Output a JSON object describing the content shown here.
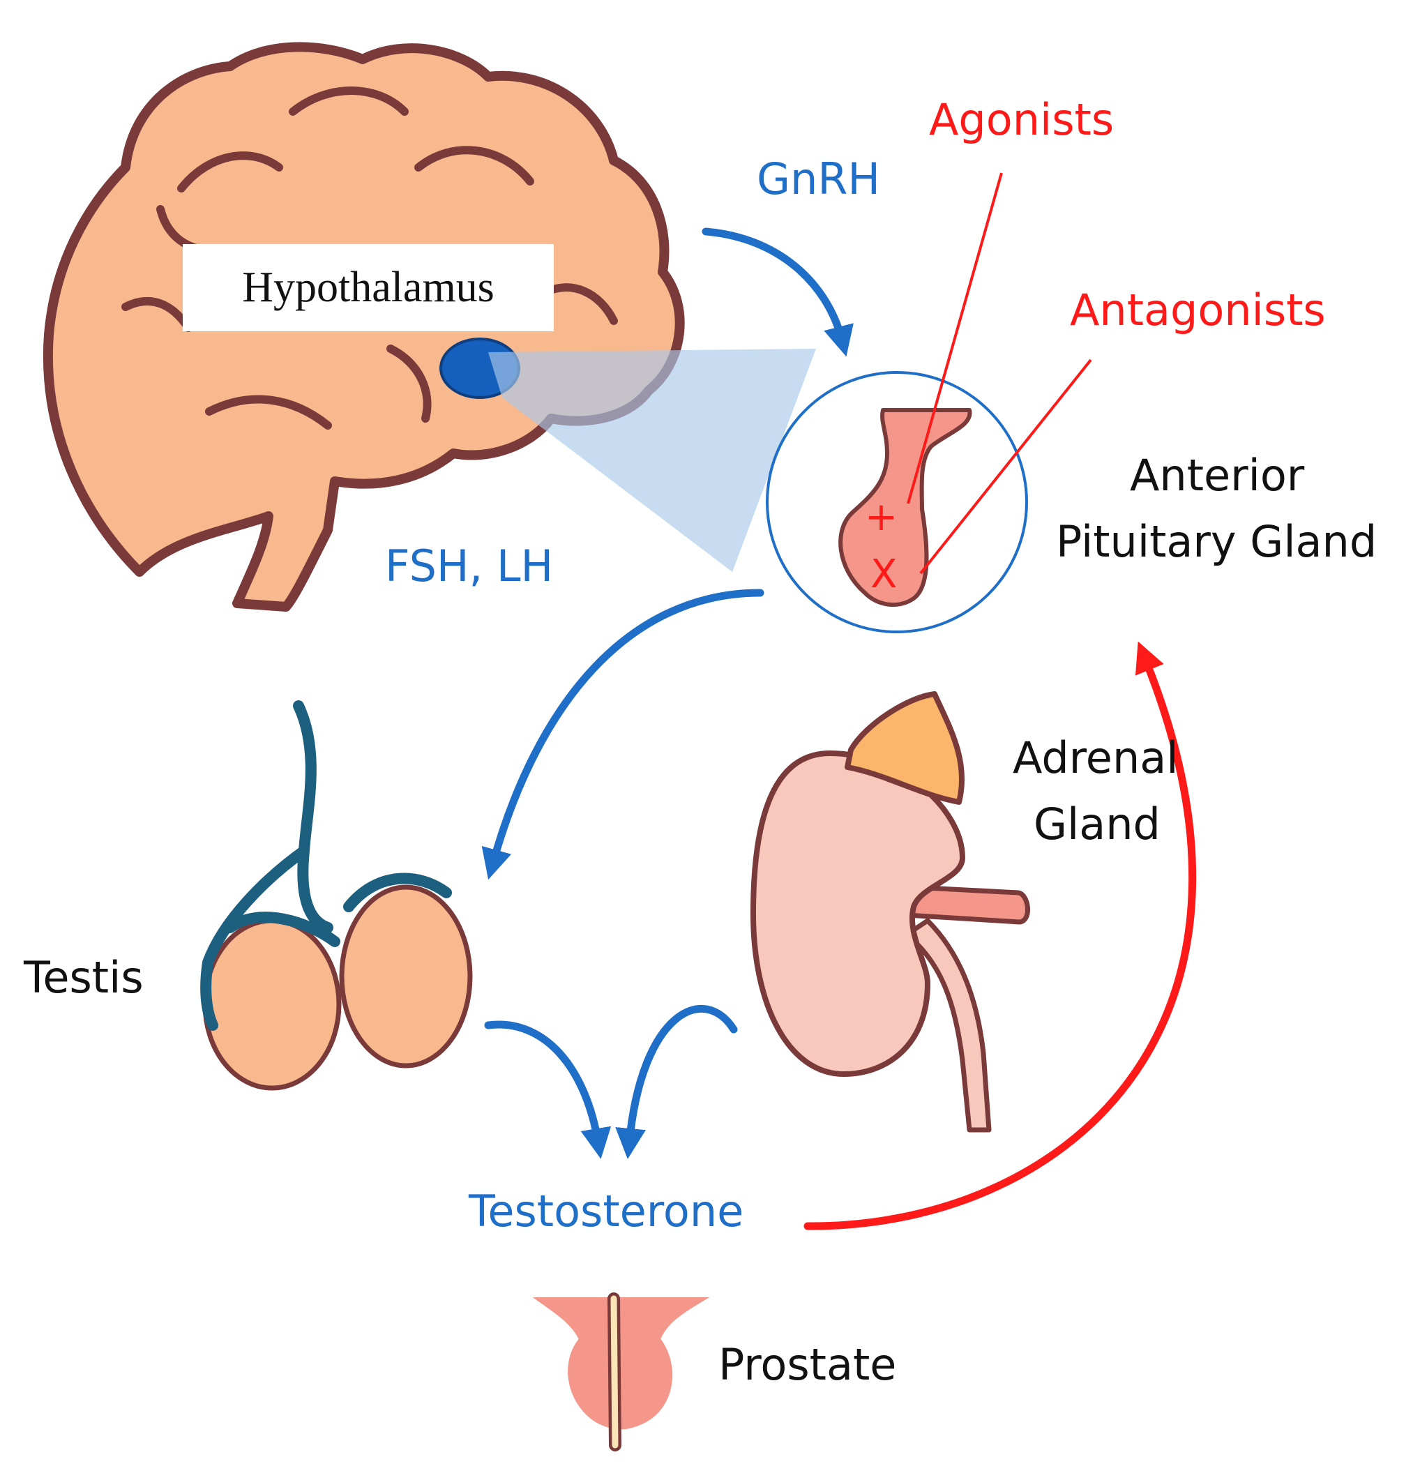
{
  "labels": {
    "hypothalamus": "Hypothalamus",
    "gnrh": "GnRH",
    "agonists": "Agonists",
    "antagonists": "Antagonists",
    "anterior_line1": "Anterior",
    "anterior_line2": "Pituitary Gland",
    "fsh_lh": "FSH, LH",
    "adrenal_line1": "Adrenal",
    "adrenal_line2": "Gland",
    "testis": "Testis",
    "testosterone": "Testosterone",
    "prostate": "Prostate",
    "plus_mark": "+",
    "x_mark": "X"
  },
  "colors": {
    "hormone_arrow": "#1f6fc8",
    "feedback_arrow": "#ff1a1a",
    "drug_label": "#ff1a1a",
    "organ_outline": "#7b3a3a",
    "brain_fill": "#f9b98e",
    "hypothalamus_fill": "#1560bd",
    "testis_cord": "#1d5f7e",
    "adrenal_fill": "#fbb66b",
    "kidney_fill": "#f8c8bd",
    "pituitary_fill": "#f4968a"
  },
  "icons": [
    "brain-icon",
    "pituitary-gland-icon",
    "testis-icon",
    "kidney-adrenal-icon",
    "prostate-icon"
  ]
}
